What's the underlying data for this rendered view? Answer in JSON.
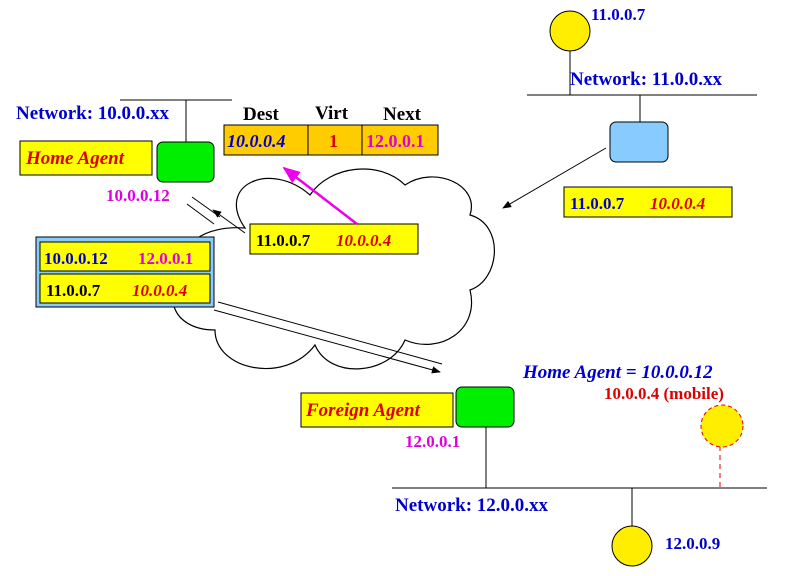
{
  "colors": {
    "blue_text": "#0000cc",
    "red_text": "#dd0000",
    "magenta_text": "#dd00dd",
    "label_fill": "#ffff00",
    "route_fill": "#ffcc00",
    "router_green": "#00ee00",
    "router_lightblue": "#88ccff",
    "host_yellow": "#ffee00",
    "arrow_magenta": "#ee00ee"
  },
  "networks": {
    "home": {
      "label": "Network: 10.0.0.xx"
    },
    "remote": {
      "label": "Network: 11.0.0.xx"
    },
    "foreign": {
      "label": "Network: 12.0.0.xx"
    }
  },
  "hosts": {
    "correspondent": {
      "ip": "11.0.0.7"
    },
    "foreign_host": {
      "ip": "12.0.0.9"
    },
    "mobile": {
      "ip": "10.0.0.4 (mobile)"
    }
  },
  "agents": {
    "home": {
      "label": "Home Agent",
      "ip": "10.0.0.12"
    },
    "foreign": {
      "label": "Foreign Agent",
      "ip": "12.0.0.1"
    }
  },
  "mobile_info": {
    "home_agent_note": "Home Agent = 10.0.0.12"
  },
  "binding_table": {
    "headers": {
      "dest": "Dest",
      "virt": "Virt",
      "next": "Next"
    },
    "row": {
      "dest": "10.0.0.4",
      "virt": "1",
      "next": "12.0.0.1"
    }
  },
  "packets": {
    "remote": {
      "src": "11.0.0.7",
      "dst": "10.0.0.4"
    },
    "cloud": {
      "src": "11.0.0.7",
      "dst": "10.0.0.4"
    },
    "tunnel": {
      "outer": {
        "src": "10.0.0.12",
        "dst": "12.0.0.1"
      },
      "inner": {
        "src": "11.0.0.7",
        "dst": "10.0.0.4"
      }
    }
  }
}
